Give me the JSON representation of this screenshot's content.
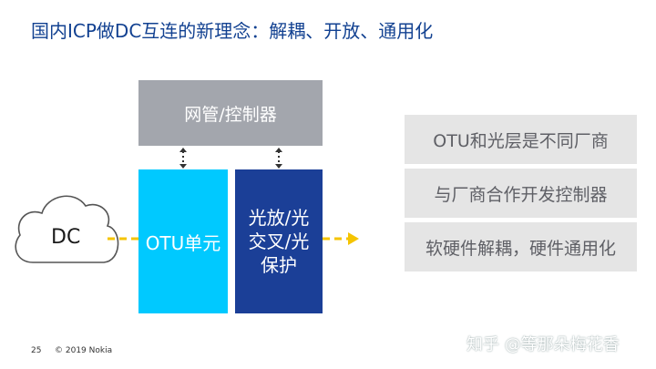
{
  "title": "国内ICP做DC互连的新理念：解耦、开放、通用化",
  "diagram": {
    "cloud_label": "DC",
    "management": "网管/控制器",
    "otu_unit": "OTU单元",
    "optical_lines": [
      "光放/光",
      "交叉/光",
      "保护"
    ]
  },
  "features": [
    "OTU和光层是不同厂商",
    "与厂商合作开发控制器",
    "软硬件解耦，硬件通用化"
  ],
  "colors": {
    "title": "#124191",
    "otu": "#00c9ff",
    "optical": "#1b3f97",
    "management": "#a3a6ad",
    "connector": "#f5c400",
    "feature_bg": "#e5e5e5"
  },
  "footer": {
    "page": "25",
    "copyright": "© 2019 Nokia"
  },
  "watermark": "知乎 @等那朵梅花香"
}
